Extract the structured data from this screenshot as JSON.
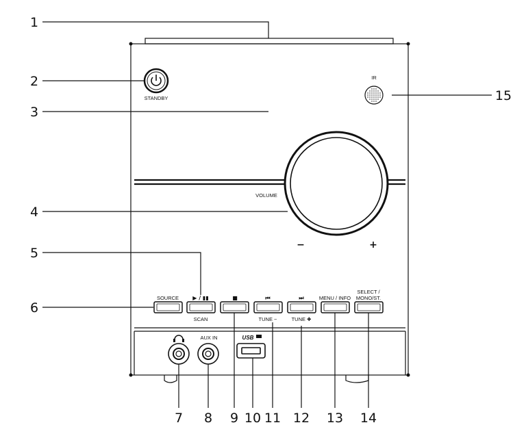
{
  "callouts": [
    "1",
    "2",
    "3",
    "4",
    "5",
    "6",
    "7",
    "8",
    "9",
    "10",
    "11",
    "12",
    "13",
    "14",
    "15"
  ],
  "labels": {
    "standby": "STANDBY",
    "ir": "IR",
    "volume": "VOLUME",
    "minus": "−",
    "plus": "+",
    "source": "SOURCE",
    "play_pause": "▶ / ▮▮",
    "scan": "SCAN",
    "stop": "■",
    "prev": "⏮",
    "tune_minus": "TUNE −",
    "next": "⏭",
    "tune_plus": "TUNE ✚",
    "menu_info": "MENU / INFO",
    "select_line1": "SELECT /",
    "select_line2": "MONO/ST.",
    "aux_in": "AUX IN",
    "usb": "USB"
  },
  "icons": {
    "power": "power-icon",
    "headphones": "headphones-icon",
    "usb": "usb-logo-icon"
  }
}
